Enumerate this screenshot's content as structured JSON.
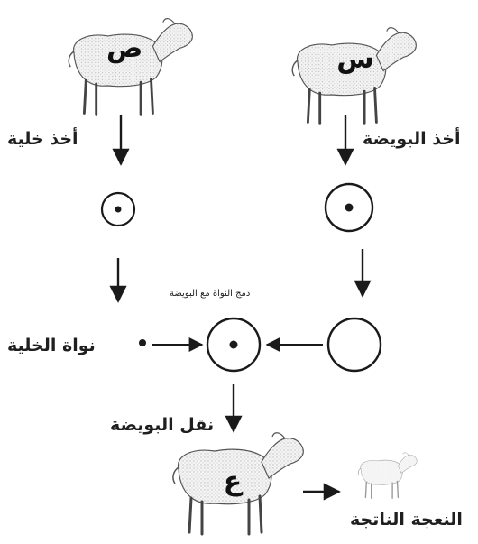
{
  "sheep": {
    "donor_cell": "ص",
    "donor_egg": "س",
    "surrogate": "ع"
  },
  "labels": {
    "take_cell": "أخذ خلية",
    "take_egg": "أخذ البويضة",
    "fuse": "دمج النواة مع البويضة",
    "cell_nucleus": "نواة الخلية",
    "transfer_egg": "نقل البويضة",
    "result": "النعجة الناتجة"
  }
}
